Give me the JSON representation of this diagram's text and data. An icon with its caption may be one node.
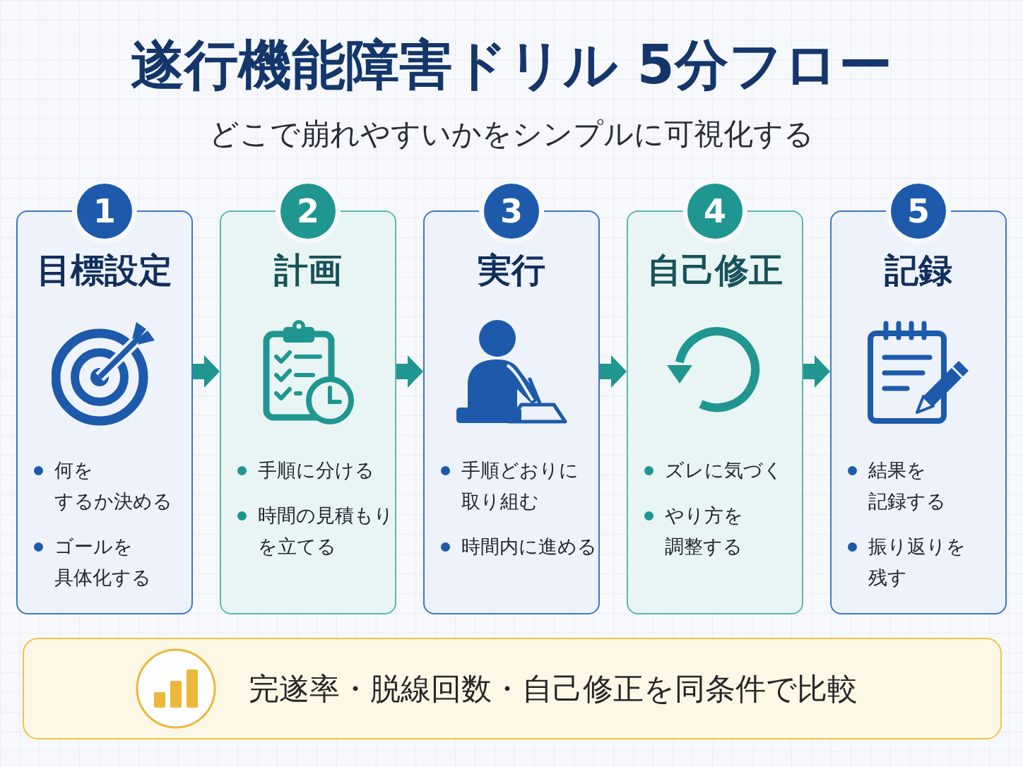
{
  "diagram": {
    "title": "遂行機能障害ドリル 5分フロー",
    "nodes": [
      {
        "text": [
          "1",
          "目標設定",
          "何をするか決める",
          "ゴールを具体化する"
        ]
      },
      {
        "text": [
          "2",
          "計画",
          "手順に分ける",
          "時間の見積もりを立てる"
        ]
      },
      {
        "text": [
          "3",
          "実行",
          "手順どおりに取り組む",
          "時間内に進める"
        ]
      },
      {
        "text": [
          "4",
          "自己修正",
          "ズレに気づく",
          "やり方を調整する"
        ]
      },
      {
        "text": [
          "5",
          "記録",
          "結果を記録する",
          "振り返りを残す"
        ]
      },
      {
        "text": [
          "完遂率・脱線回数・自己修正を同条件で比較"
        ]
      }
    ],
    "edges": [
      {
        "from": 0,
        "to": 1,
        "arrow": "to"
      },
      {
        "from": 1,
        "to": 2,
        "arrow": "to"
      },
      {
        "from": 2,
        "to": 3,
        "arrow": "to"
      },
      {
        "from": 3,
        "to": 4,
        "arrow": "to"
      }
    ],
    "labels": [
      "どこで崩れやすいかをシンプルに可視化する"
    ]
  }
}
